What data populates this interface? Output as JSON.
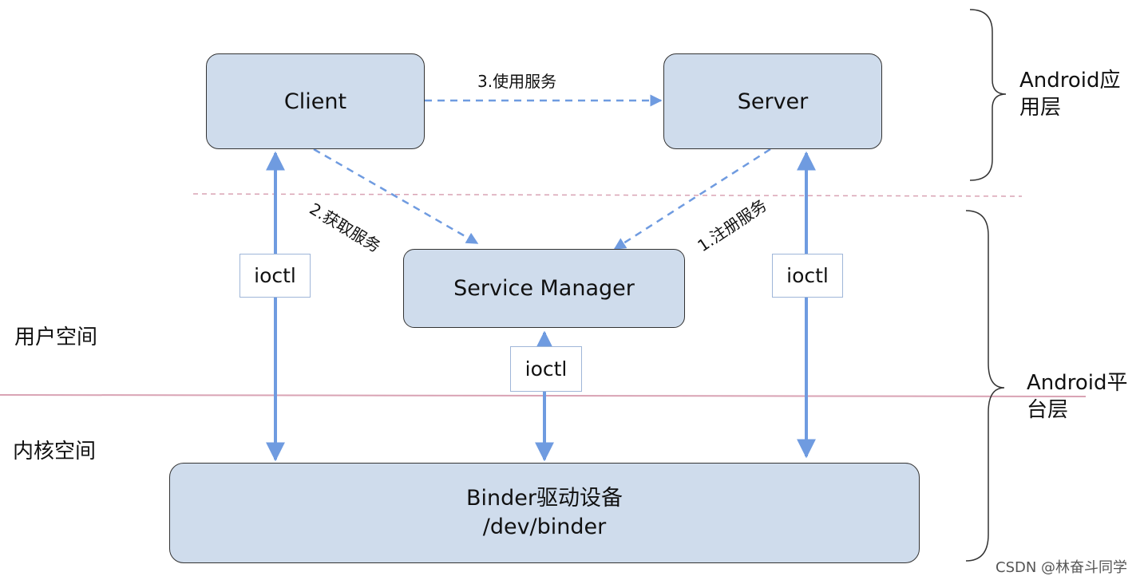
{
  "nodes": {
    "client": "Client",
    "server": "Server",
    "service_manager": "Service Manager",
    "binder_line1": "Binder驱动设备",
    "binder_line2": "/dev/binder"
  },
  "arrows": {
    "use_service": "3.使用服务",
    "get_service": "2.获取服务",
    "register_service": "1.注册服务"
  },
  "ioctl": {
    "left": "ioctl",
    "middle": "ioctl",
    "right": "ioctl"
  },
  "spaces": {
    "user_space": "用户空间",
    "kernel_space": "内核空间"
  },
  "layers": {
    "app_layer_line1": "Android应",
    "app_layer_line2": "用层",
    "platform_layer_line1": "Android平",
    "platform_layer_line2": "台层"
  },
  "watermark": "CSDN @林奋斗同学",
  "colors": {
    "box_fill": "#cfdcec",
    "arrow_blue": "#6f9be0",
    "divider_pink": "#d9a3b4"
  }
}
